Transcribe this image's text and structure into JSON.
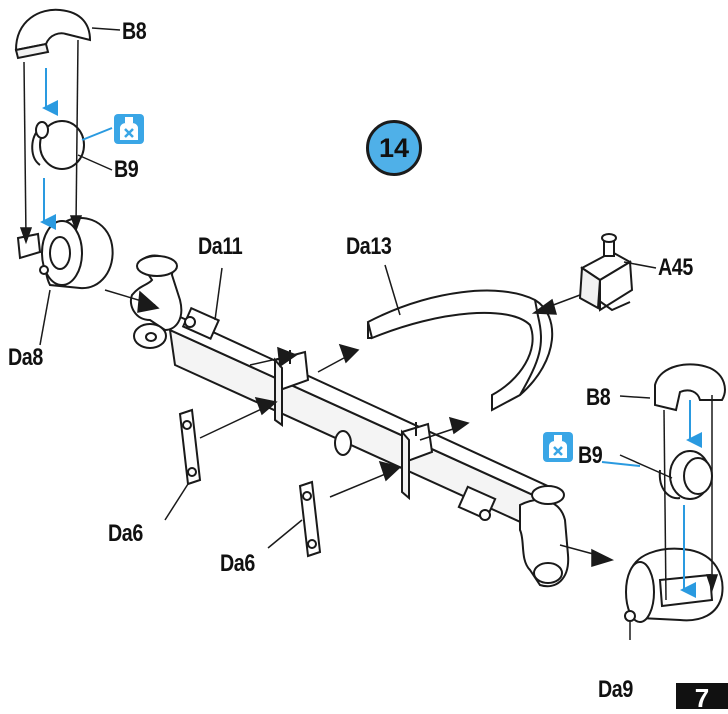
{
  "step_number": "14",
  "page_number": "7",
  "parts": {
    "b8_top": "B8",
    "b9_top": "B9",
    "da8": "Da8",
    "da11": "Da11",
    "da13": "Da13",
    "a45": "A45",
    "b8_right": "B8",
    "b9_right": "B9",
    "da6_left": "Da6",
    "da6_mid": "Da6",
    "da9": "Da9"
  },
  "icons": {
    "glue_top": "glue-bottle-icon",
    "glue_right": "glue-bottle-icon"
  },
  "colors": {
    "accent_blue": "#3aa6e6",
    "badge_blue": "#4fb0e8",
    "ink": "#111111"
  }
}
